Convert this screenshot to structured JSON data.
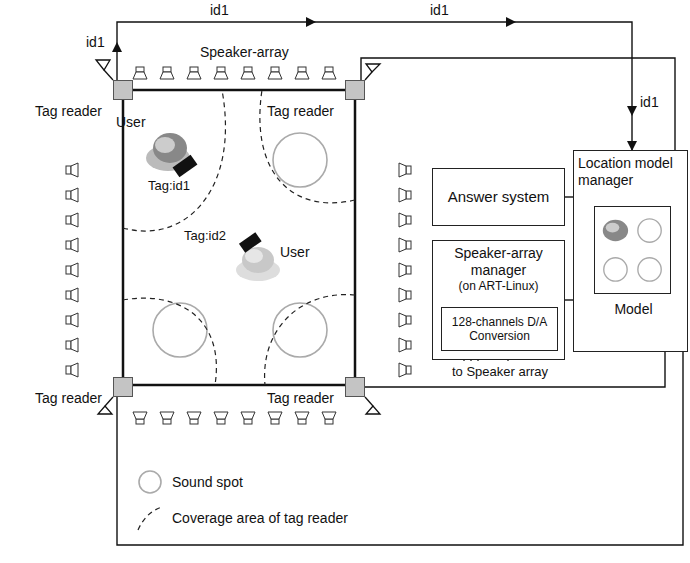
{
  "diagram": {
    "nodes": [
      {
        "text": [
          "Tag reader"
        ]
      },
      {
        "text": [
          "Tag reader"
        ]
      },
      {
        "text": [
          "Tag reader"
        ]
      },
      {
        "text": [
          "Tag reader"
        ]
      },
      {
        "text": [
          "Answer system"
        ]
      },
      {
        "text": [
          "Location model manager"
        ]
      },
      {
        "text": [
          "Model"
        ],
        "in": 5
      },
      {
        "text": [
          "Speaker-array manager",
          "(on ART-Linux)"
        ]
      },
      {
        "text": [
          "128-channels D/A Conversion"
        ],
        "in": 7
      }
    ],
    "edges": [
      {
        "from": 0,
        "to": 5,
        "arrow": "to",
        "label": "id1"
      },
      {
        "from": 1,
        "to": 5,
        "arrow": "none"
      },
      {
        "from": 2,
        "to": 5,
        "arrow": "none"
      },
      {
        "from": 3,
        "to": 5,
        "arrow": "none"
      },
      {
        "from": 4,
        "to": 5,
        "arrow": "none"
      },
      {
        "from": 7,
        "to": 5,
        "arrow": "none"
      }
    ],
    "labels": [
      "Speaker-array",
      "User",
      "Tag:id1",
      "Tag:id2",
      "User",
      "id1",
      "id1",
      "id1",
      "to Speaker array"
    ],
    "legend": [
      {
        "text": "Sound spot"
      },
      {
        "text": "Coverage area of tag reader"
      }
    ]
  }
}
